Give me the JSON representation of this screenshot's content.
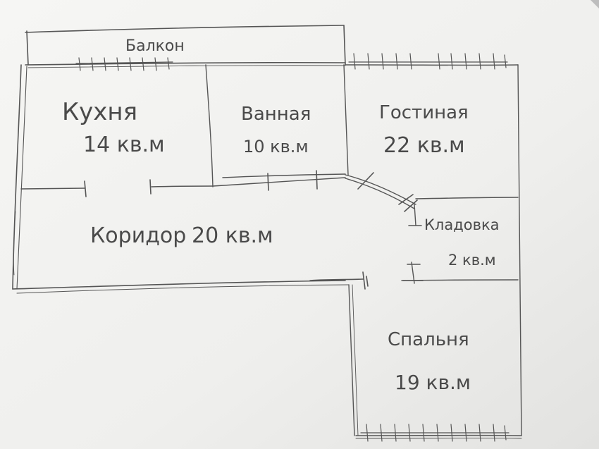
{
  "rooms": {
    "balcony": {
      "name": "Балкон"
    },
    "kitchen": {
      "name": "Кухня",
      "area": "14 кв.м"
    },
    "bathroom": {
      "name": "Ванная",
      "area": "10 кв.м"
    },
    "living_room": {
      "name": "Гостиная",
      "area": "22 кв.м"
    },
    "corridor": {
      "name": "Коридор",
      "area": "20 кв.м"
    },
    "storage": {
      "name": "Кладовка",
      "area": "2 кв.м"
    },
    "bedroom": {
      "name": "Спальня",
      "area": "19 кв.м"
    }
  },
  "colors": {
    "paper": "#f4f4f2",
    "pencil": "#555555",
    "background": "#d9d9d9"
  }
}
